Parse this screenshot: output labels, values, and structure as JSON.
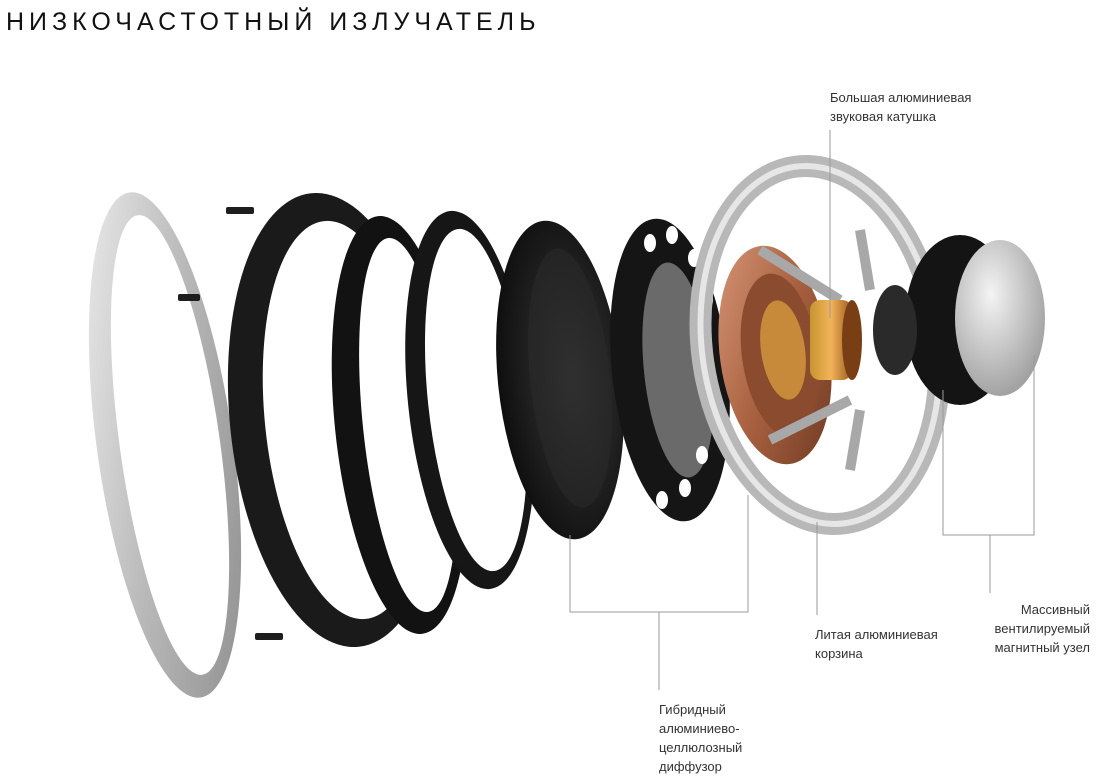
{
  "title": "НИЗКОЧАСТОТНЫЙ ИЗЛУЧАТЕЛЬ",
  "labels": {
    "coil": [
      "Большая алюминиевая",
      "звуковая катушка"
    ],
    "magnet": [
      "Массивный",
      "вентилируемый",
      "магнитный узел"
    ],
    "basket": [
      "Литая алюминиевая",
      "корзина"
    ],
    "cone": [
      "Гибридный",
      "алюминиево-",
      "целлюлозный",
      "диффузор"
    ]
  },
  "colors": {
    "callout_line": "#9a9a9a",
    "rubber": "#1a1a1a",
    "aluminium": "#c9c9c9",
    "copper": "#b06a45"
  }
}
